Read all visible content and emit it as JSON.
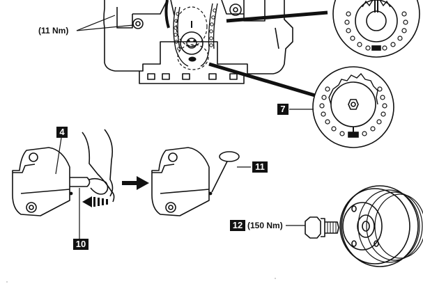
{
  "callouts": {
    "c4": "4",
    "c7": "7",
    "c10": "10",
    "c11": "11",
    "c12": "12"
  },
  "torque": {
    "top": "(11 Nm)",
    "bolt": "(150 Nm)"
  }
}
